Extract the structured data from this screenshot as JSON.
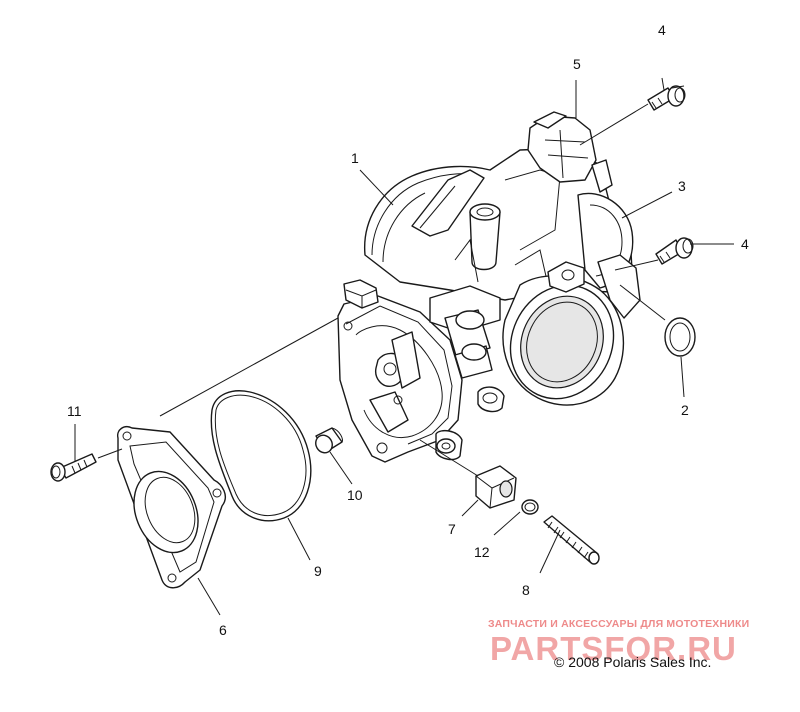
{
  "callouts": {
    "c1": "1",
    "c2": "2",
    "c3": "3",
    "c4a": "4",
    "c4b": "4",
    "c5": "5",
    "c6": "6",
    "c7": "7",
    "c8": "8",
    "c9": "9",
    "c10": "10",
    "c11": "11",
    "c12": "12"
  },
  "watermark": {
    "tagline": "ЗАПЧАСТИ И АКСЕССУАРЫ ДЛЯ МОТОТЕХНИКИ",
    "logo": "PARTSFOR.RU"
  },
  "copyright": "© 2008 Polaris Sales Inc."
}
